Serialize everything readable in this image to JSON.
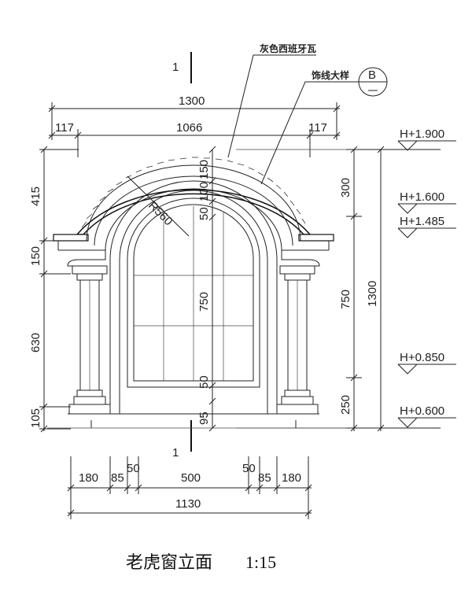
{
  "section_marks": {
    "top": "1",
    "bottom": "1"
  },
  "callouts": {
    "roof_tile": "灰色西班牙瓦",
    "molding": "饰线大样",
    "detail_ref": "B"
  },
  "top_dims": {
    "overall": "1300",
    "left": "117",
    "mid": "1066",
    "right": "117"
  },
  "left_dims": {
    "arch": "415",
    "cornice": "150",
    "column": "630",
    "base": "105"
  },
  "inner_dims": {
    "band": "150",
    "gap": "100",
    "trim_top": "50",
    "window": "750",
    "trim_bottom": "50",
    "sill": "95",
    "radius": "R560"
  },
  "right_dims": {
    "arch": "300",
    "window": "750",
    "sill": "250",
    "total": "1300"
  },
  "elevations": [
    "H+1.900",
    "H+1.600",
    "H+1.485",
    "H+0.850",
    "H+0.600"
  ],
  "bottom_dims": {
    "seg1": "180",
    "seg2": "85",
    "seg3": "50",
    "seg4": "500",
    "seg5": "50",
    "seg6": "85",
    "seg7": "180",
    "total": "1130"
  },
  "title": "老虎窗立面",
  "scale": "1:15"
}
